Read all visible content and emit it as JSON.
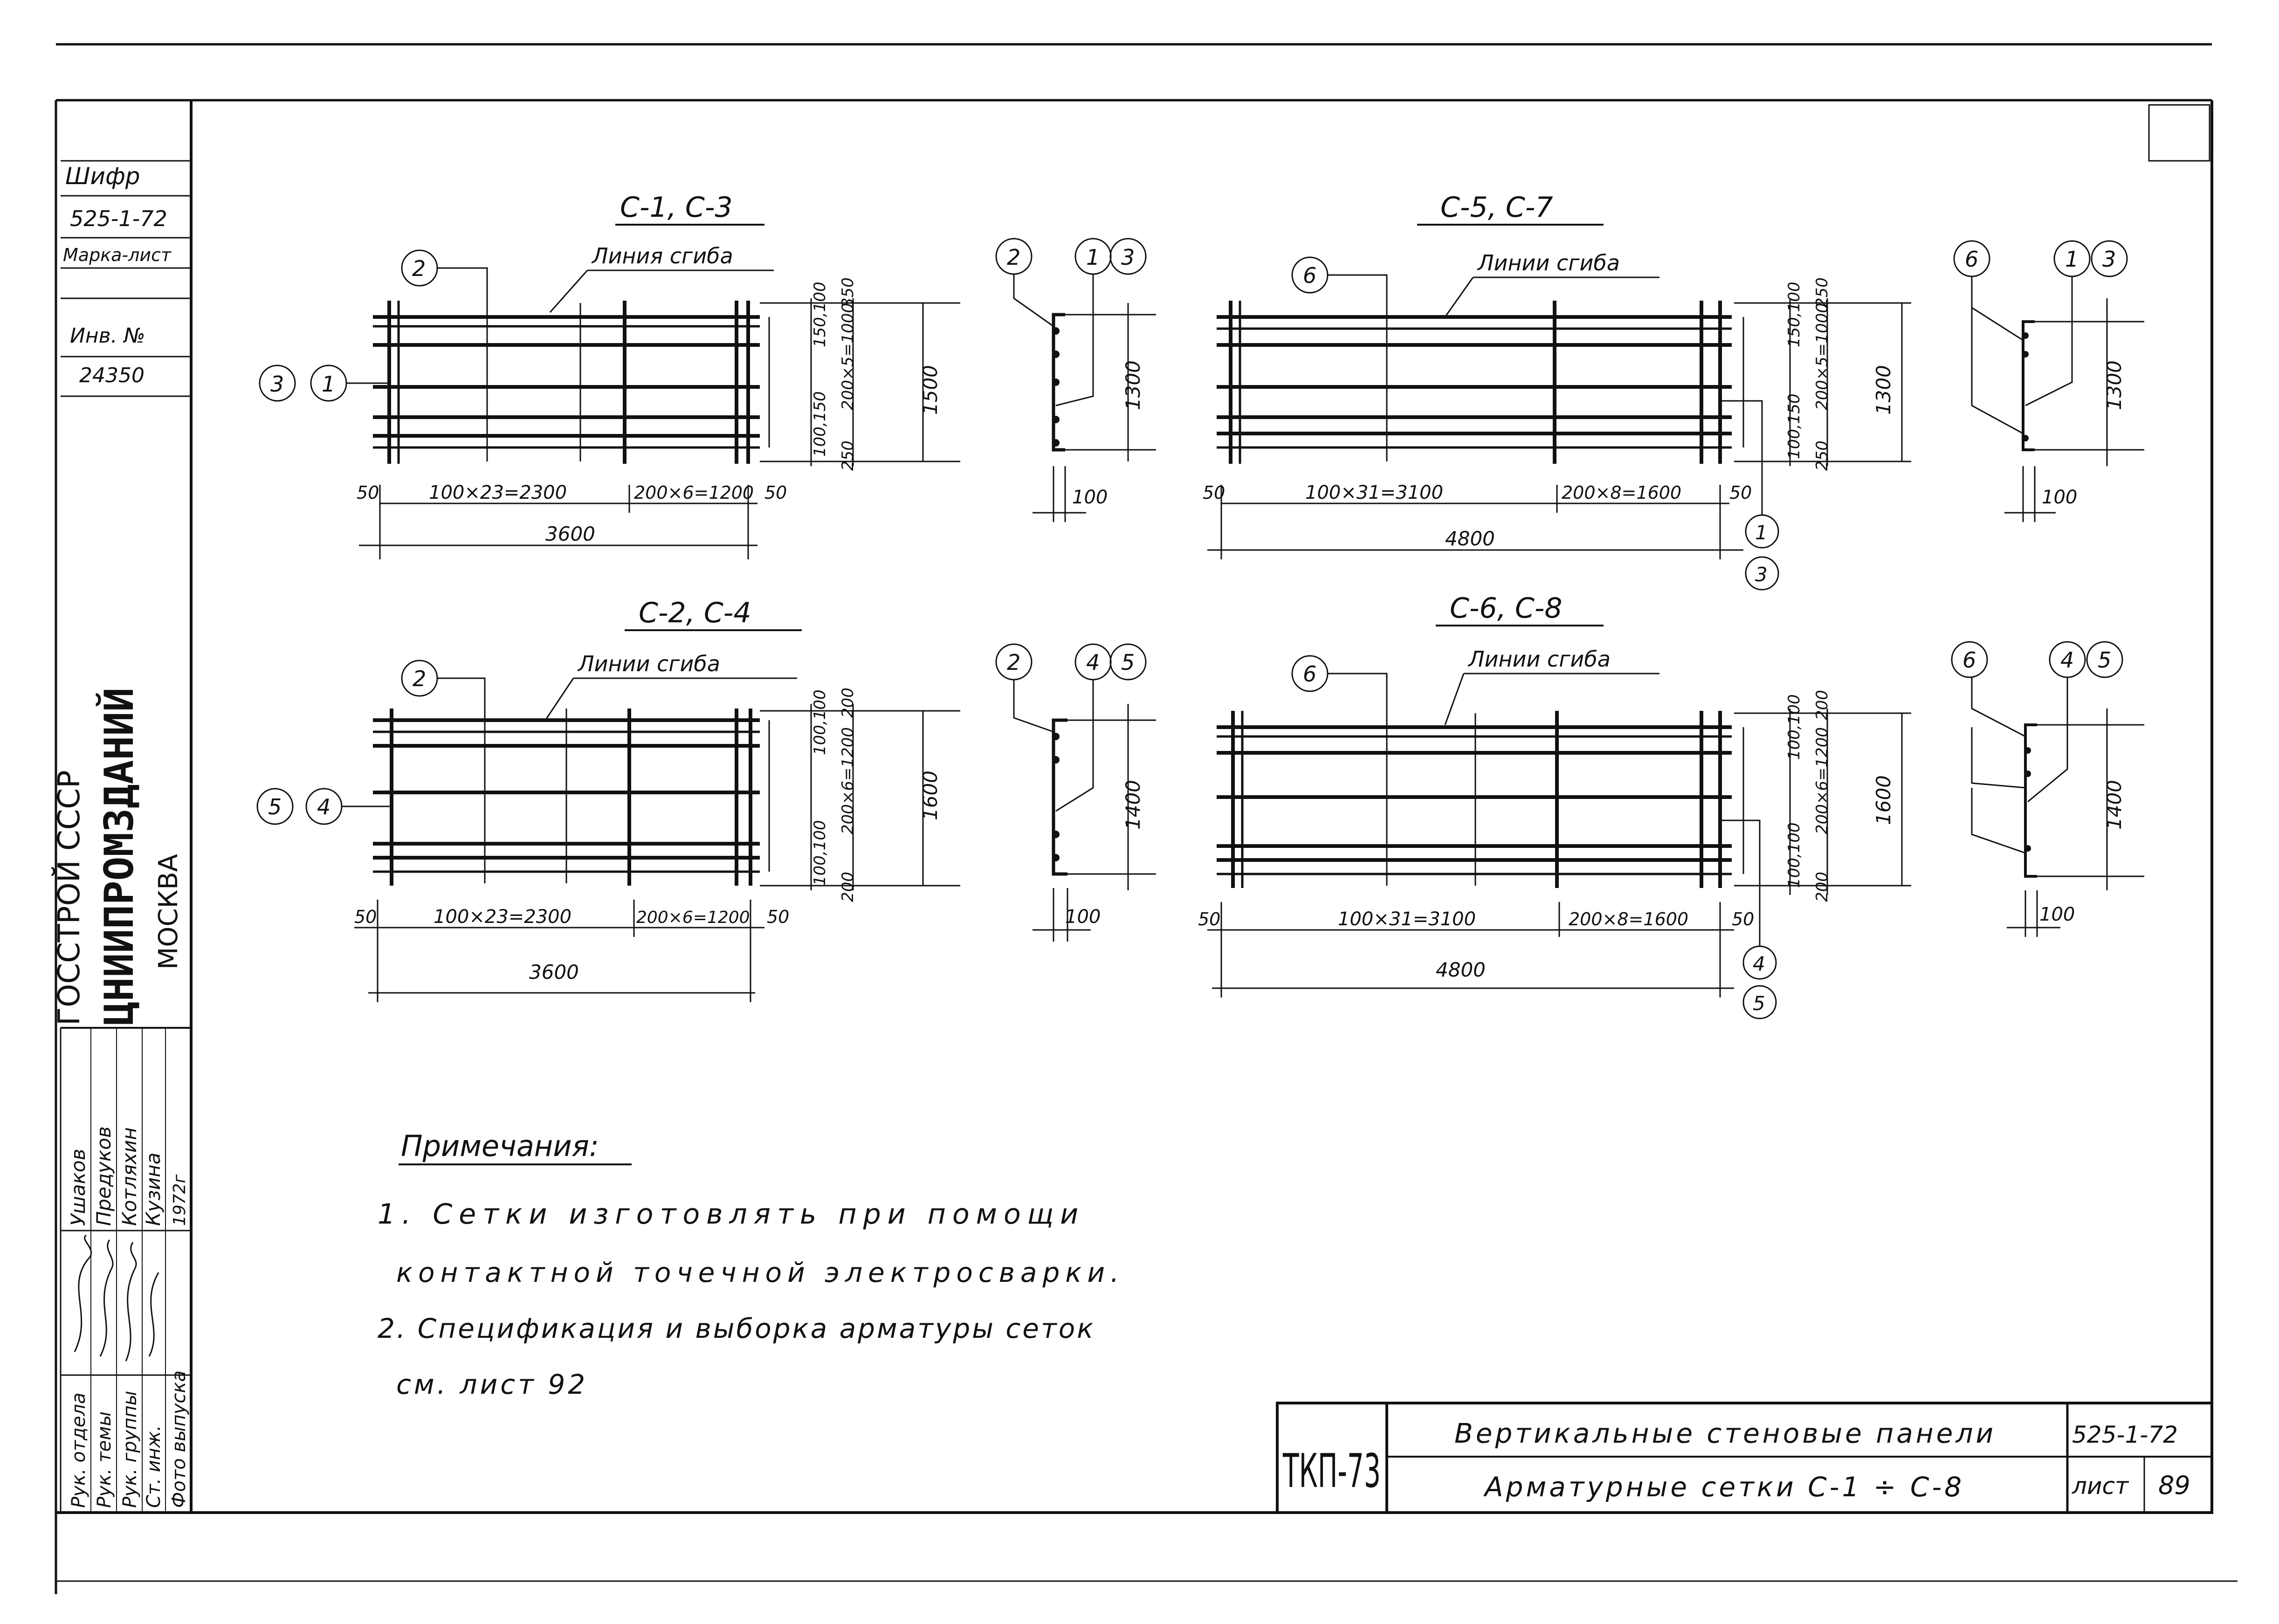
{
  "stamp": {
    "cipher_label": "Шифр",
    "cipher_value": "525-1-72",
    "mark_label": "Марка-лист",
    "inv_label": "Инв. №",
    "inv_value": "24350",
    "org1": "ГОССТРОЙ СССР",
    "org2": "ЦНИИПРОМЗДАНИЙ",
    "org3": "МОСКВА",
    "roles": [
      "Рук. отдела",
      "Рук. темы",
      "Рук. группы",
      "Ст. инж.",
      "Фото выпуска"
    ],
    "names": [
      "Ушаков",
      "Предуков",
      "Котляхин",
      "Кузина",
      "1972г"
    ]
  },
  "drawings": [
    {
      "title": "С-1, С-3",
      "bend": "Линия сгиба",
      "len_a": "100×23=2300",
      "len_b": "200×6=1200",
      "edge": "50",
      "total": "3600",
      "height": "1500",
      "h_left": "150,100",
      "h_mid": "200×5=1000",
      "h_top": "350",
      "h_bot": "100,150",
      "h_b2": "250",
      "sec_height": "1300",
      "sec_width": "100",
      "pos_top": "2",
      "pos_left_a": "3",
      "pos_left_b": "1",
      "sec_a": "2",
      "sec_b": "1",
      "sec_c": "3"
    },
    {
      "title": "С-5, С-7",
      "bend": "Линии сгиба",
      "len_a": "100×31=3100",
      "len_b": "200×8=1600",
      "edge": "50",
      "total": "4800",
      "height": "1300",
      "h_left": "150,100",
      "h_mid": "200×5=1000",
      "h_top": "250",
      "h_bot": "100,150",
      "h_b2": "250",
      "sec_height": "1300",
      "sec_width": "100",
      "pos_top": "6",
      "pos_right_a": "1",
      "pos_right_b": "3",
      "sec_a": "6",
      "sec_b": "1",
      "sec_c": "3"
    },
    {
      "title": "С-2, С-4",
      "bend": "Линии сгиба",
      "len_a": "100×23=2300",
      "len_b": "200×6=1200",
      "edge": "50",
      "total": "3600",
      "height": "1600",
      "h_left": "100,100",
      "h_mid": "200×6=1200",
      "h_top": "200",
      "h_bot": "100,100",
      "h_b2": "200",
      "sec_height": "1400",
      "sec_width": "100",
      "pos_top": "2",
      "pos_left_a": "5",
      "pos_left_b": "4",
      "sec_a": "2",
      "sec_b": "4",
      "sec_c": "5"
    },
    {
      "title": "С-6, С-8",
      "bend": "Линии сгиба",
      "len_a": "100×31=3100",
      "len_b": "200×8=1600",
      "edge": "50",
      "total": "4800",
      "height": "1600",
      "h_left": "100,100",
      "h_mid": "200×6=1200",
      "h_top": "200",
      "h_bot": "100,100",
      "h_b2": "200",
      "sec_height": "1400",
      "sec_width": "100",
      "pos_top": "6",
      "pos_right_a": "4",
      "pos_right_b": "5",
      "sec_a": "6",
      "sec_b": "4",
      "sec_c": "5"
    }
  ],
  "notes": {
    "title": "Примечания:",
    "lines": [
      "1. Сетки изготовлять при помощи",
      "контактной точечной электросварки.",
      "2. Спецификация и выборка арматуры сеток",
      "см. лист 92"
    ]
  },
  "titleblock": {
    "code": "ТКП-73",
    "title1": "Вертикальные стеновые панели",
    "title2": "Арматурные сетки С-1 ÷ С-8",
    "series": "525-1-72",
    "sheet_label": "лист",
    "sheet_no": "89"
  }
}
